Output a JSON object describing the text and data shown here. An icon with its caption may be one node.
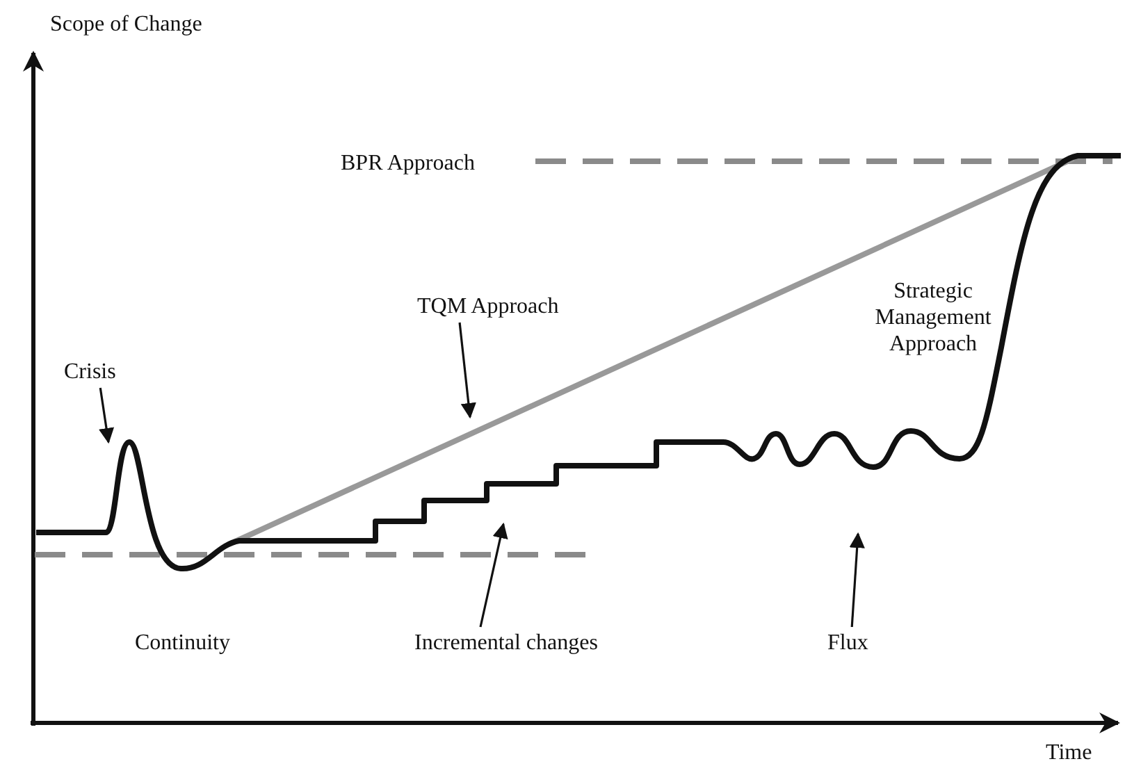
{
  "diagram": {
    "nodes": [
      {
        "text": [
          "TQM Approach"
        ]
      },
      {
        "text": [
          "Crisis"
        ]
      },
      {
        "text": [
          "Incremental changes"
        ]
      },
      {
        "text": [
          "Flux"
        ]
      }
    ],
    "edges": [
      {
        "from": 0,
        "to": null,
        "arrow": "to"
      },
      {
        "from": 1,
        "to": null,
        "arrow": "to"
      },
      {
        "from": 2,
        "to": null,
        "arrow": "to"
      },
      {
        "from": 3,
        "to": null,
        "arrow": "to"
      }
    ],
    "labels": [
      "Scope of Change",
      "BPR Approach",
      "Strategic Management Approach",
      "Continuity",
      "Time"
    ]
  }
}
